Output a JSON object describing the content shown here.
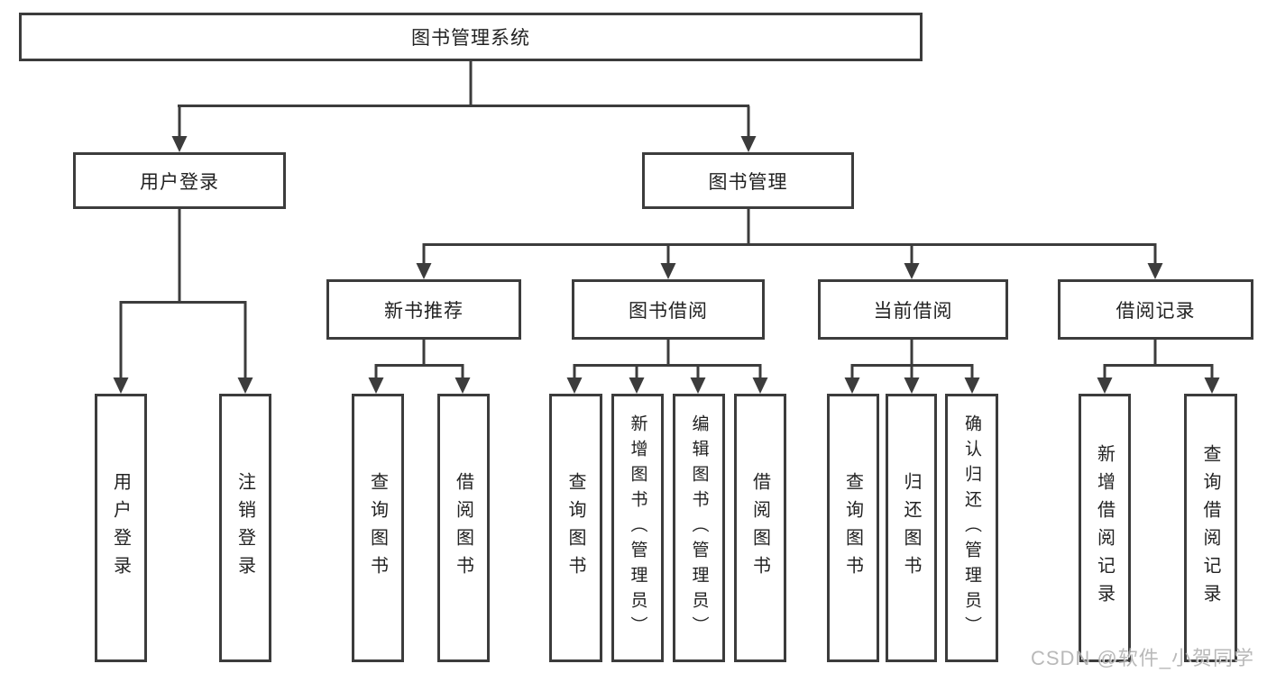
{
  "diagram": {
    "root": {
      "label": "图书管理系统"
    },
    "branches": [
      {
        "label": "用户登录",
        "children": [
          {
            "label": "用户登录"
          },
          {
            "label": "注销登录"
          }
        ]
      },
      {
        "label": "图书管理",
        "children": [
          {
            "label": "新书推荐",
            "children": [
              {
                "label": "查询图书"
              },
              {
                "label": "借阅图书"
              }
            ]
          },
          {
            "label": "图书借阅",
            "children": [
              {
                "label": "查询图书"
              },
              {
                "label": "新增图书（管理员）"
              },
              {
                "label": "编辑图书（管理员）"
              },
              {
                "label": "借阅图书"
              }
            ]
          },
          {
            "label": "当前借阅",
            "children": [
              {
                "label": "查询图书"
              },
              {
                "label": "归还图书"
              },
              {
                "label": "确认归还（管理员）"
              }
            ]
          },
          {
            "label": "借阅记录",
            "children": [
              {
                "label": "新增借阅记录"
              },
              {
                "label": "查询借阅记录"
              }
            ]
          }
        ]
      }
    ]
  },
  "watermark": {
    "text": "CSDN @软件_小贺同学"
  },
  "colors": {
    "line": "#3c3c3c",
    "text": "#222222",
    "background": "#ffffff",
    "watermark": "#adadad"
  }
}
